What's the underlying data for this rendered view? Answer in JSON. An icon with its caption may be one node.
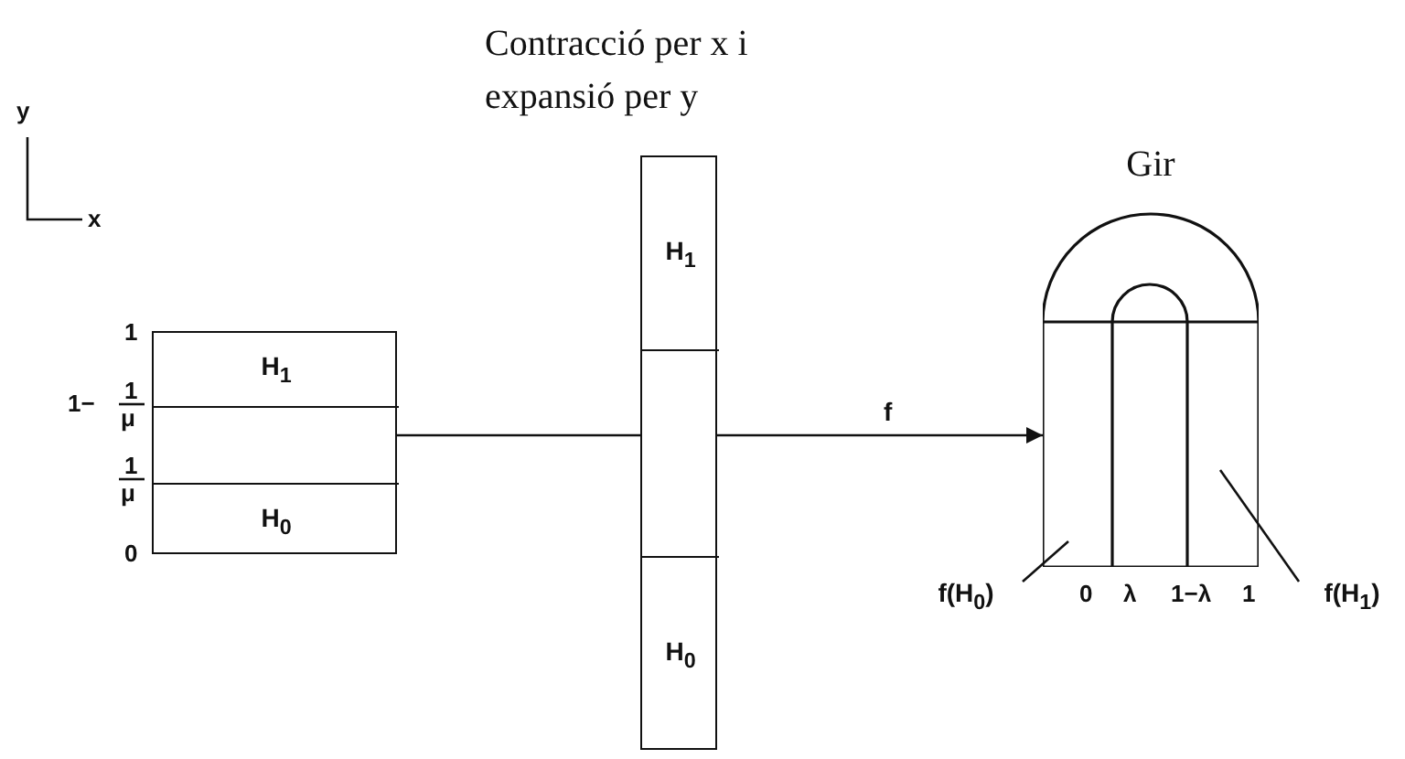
{
  "diagram": {
    "nodes": [
      {
        "text": [],
        "shape": "box"
      },
      {
        "text": [
          "H$_{1}$"
        ],
        "in": 0
      },
      {
        "text": [],
        "shape": "box",
        "in": 0
      },
      {
        "text": [
          "H$_{0}$"
        ],
        "in": 0
      },
      {
        "text": [],
        "shape": "box"
      },
      {
        "text": [
          "H$_{1}$"
        ],
        "in": 4
      },
      {
        "text": [],
        "shape": "box",
        "in": 4
      },
      {
        "text": [
          "H$_{0}$"
        ],
        "in": 4
      },
      {
        "text": [
          "Gir"
        ],
        "beside": [
          "0",
          "λ",
          "1−λ",
          "1"
        ]
      },
      {
        "text": [
          "f(H$_{0}$)"
        ]
      },
      {
        "text": [
          "f(H$_{1}$)"
        ]
      }
    ],
    "edges": [
      {
        "from": 0,
        "to": 4,
        "arrow": "none"
      },
      {
        "from": 4,
        "to": 8,
        "arrow": "to",
        "label": "f"
      },
      {
        "from": 9,
        "to": 8,
        "arrow": "none"
      },
      {
        "from": 10,
        "to": 8,
        "arrow": "none"
      }
    ],
    "labels": [
      "Contracció per x i expansió per y",
      "y",
      "x",
      "1",
      "1−",
      "1",
      "μ",
      "1",
      "μ",
      "0"
    ]
  }
}
